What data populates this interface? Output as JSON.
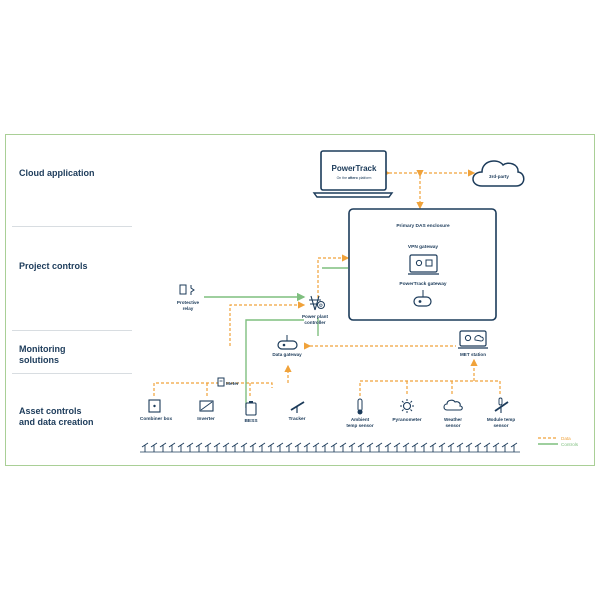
{
  "rows": {
    "cloud": "Cloud application",
    "project": "Project controls",
    "monitoring_l1": "Monitoring",
    "monitoring_l2": "solutions",
    "asset_l1": "Asset controls",
    "asset_l2": "and data creation"
  },
  "nodes": {
    "powertrack_title": "PowerTrack",
    "powertrack_sub_pre": "On the",
    "powertrack_sub_brand": "aftero",
    "powertrack_sub_post": "platform",
    "third_party": "3rd-party",
    "das_enclosure": "Primary DAS enclosure",
    "vpn_gateway": "VPN gateway",
    "pt_gateway": "PowerTrack gateway",
    "relay_l1": "Protective",
    "relay_l2": "relay",
    "ppc_l1": "Power plant",
    "ppc_l2": "controller",
    "data_gateway": "Data gateway",
    "met_station": "MET station",
    "meter": "Meter",
    "combiner": "Combiner box",
    "inverter": "Inverter",
    "bess": "BESS",
    "tracker": "Tracker",
    "ambient_l1": "Ambient",
    "ambient_l2": "temp sensor",
    "pyranometer": "Pyranometer",
    "weather_l1": "Weather",
    "weather_l2": "sensor",
    "module_l1": "Module temp",
    "module_l2": "sensor"
  },
  "legend": {
    "data": "Data",
    "controls": "Controls"
  },
  "colors": {
    "data_line": "#f0a23a",
    "controls_line": "#7fbf7f",
    "navy": "#1c3b5a",
    "cloud_band": "#eceeef"
  }
}
